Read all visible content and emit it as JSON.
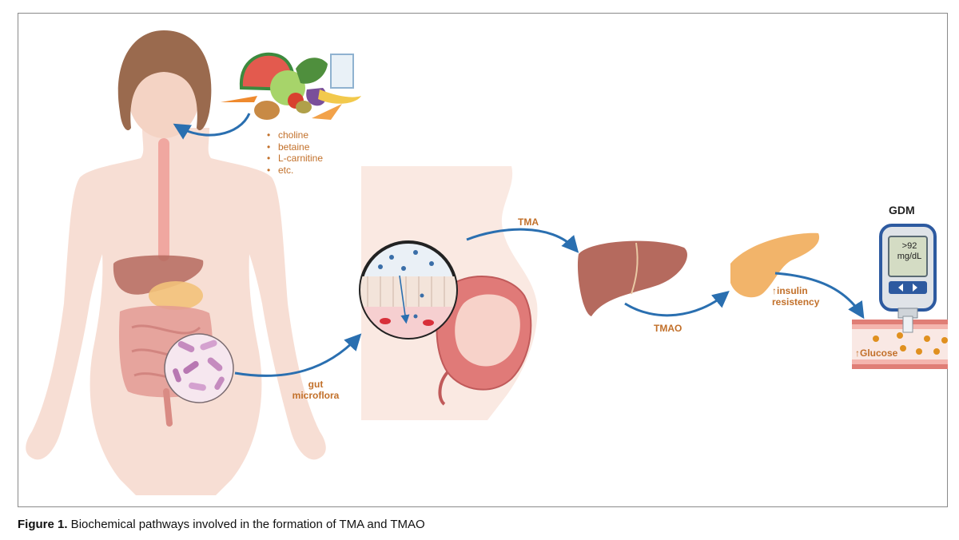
{
  "nutrients": {
    "items": [
      "choline",
      "betaine",
      "L-carnitine",
      "etc."
    ]
  },
  "labels": {
    "gut_microflora": "gut microflora",
    "tma": "TMA",
    "tmao": "TMAO",
    "insulin_resistency": "↑insulin resistency",
    "glucose": "↑Glucose",
    "gdm": "GDM",
    "meter_reading_1": ">92",
    "meter_reading_2": "mg/dL"
  },
  "caption": {
    "prefix": "Figure 1.",
    "text": " Biochemical pathways involved in the formation of TMA and TMAO"
  },
  "colors": {
    "label": "#c2702a",
    "arrow": "#2a6fb0",
    "skin": "#f6d8cc",
    "liver": "#b56a5e",
    "pancreas": "#f2b46a",
    "vessel": "#e8a49a",
    "glucose_dot": "#e0901f",
    "meter": "#2d5aa0"
  }
}
